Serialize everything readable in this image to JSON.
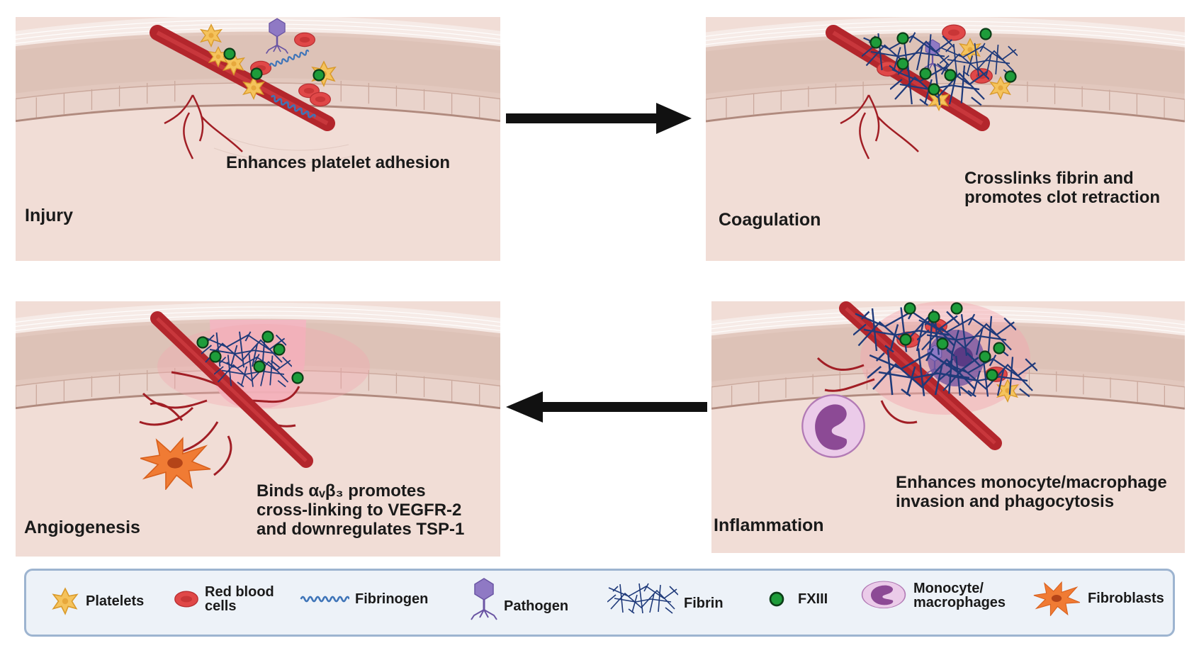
{
  "panels": {
    "injury": {
      "stage": "Injury",
      "caption_lines": [
        "Enhances platelet adhesion"
      ]
    },
    "coagulation": {
      "stage": "Coagulation",
      "caption_lines": [
        "Crosslinks fibrin and",
        "promotes clot retraction"
      ]
    },
    "angiogenesis": {
      "stage": "Angiogenesis",
      "caption_lines": [
        "Binds αᵥβ₃ promotes",
        "cross-linking to  VEGFR-2",
        "and downregulates TSP-1"
      ]
    },
    "inflammation": {
      "stage": "Inflammation",
      "caption_lines": [
        "Enhances monocyte/macrophage",
        "invasion and phagocytosis"
      ]
    }
  },
  "legend": {
    "items": [
      {
        "label_lines": [
          "Platelets"
        ],
        "icon": "platelet-icon"
      },
      {
        "label_lines": [
          "Red blood",
          "cells"
        ],
        "icon": "red-blood-cell-icon"
      },
      {
        "label_lines": [
          "Fibrinogen"
        ],
        "icon": "fibrinogen-icon"
      },
      {
        "label_lines": [
          "Pathogen"
        ],
        "icon": "pathogen-icon"
      },
      {
        "label_lines": [
          "Fibrin"
        ],
        "icon": "fibrin-icon"
      },
      {
        "label_lines": [
          "FXIII"
        ],
        "icon": "fxiii-icon"
      },
      {
        "label_lines": [
          "Monocyte/",
          "macrophages"
        ],
        "icon": "monocyte-icon"
      },
      {
        "label_lines": [
          "Fibroblasts"
        ],
        "icon": "fibroblast-icon"
      }
    ]
  },
  "colors": {
    "skin_base": "#f1ddd6",
    "epidermis": "#e3c9bf",
    "vessel": "#b3262c",
    "platelet": "#f5c35c",
    "rbc": "#e04848",
    "fxiii": "#1e9c3a",
    "fibrin": "#1f3a7a",
    "pathogen": "#8f79c4",
    "monocyte": "#d8a6d8",
    "fibroblast": "#f07b34",
    "legend_border": "#9db4d0",
    "arrow": "#111111"
  }
}
